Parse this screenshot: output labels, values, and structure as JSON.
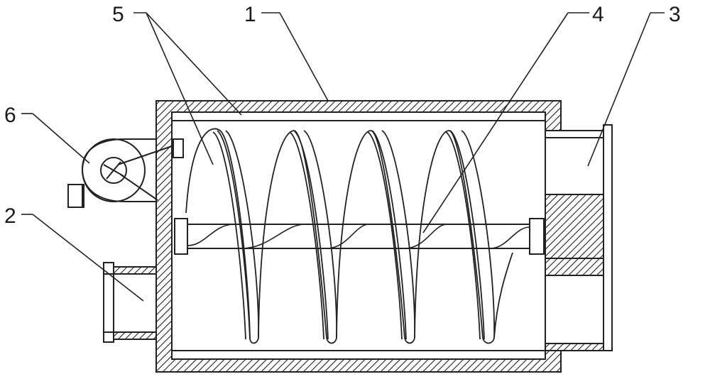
{
  "labels": {
    "part1": "1",
    "part2": "2",
    "part3": "3",
    "part4": "4",
    "part5": "5",
    "part6": "6"
  },
  "colors": {
    "line": "#222222",
    "background": "#ffffff"
  }
}
